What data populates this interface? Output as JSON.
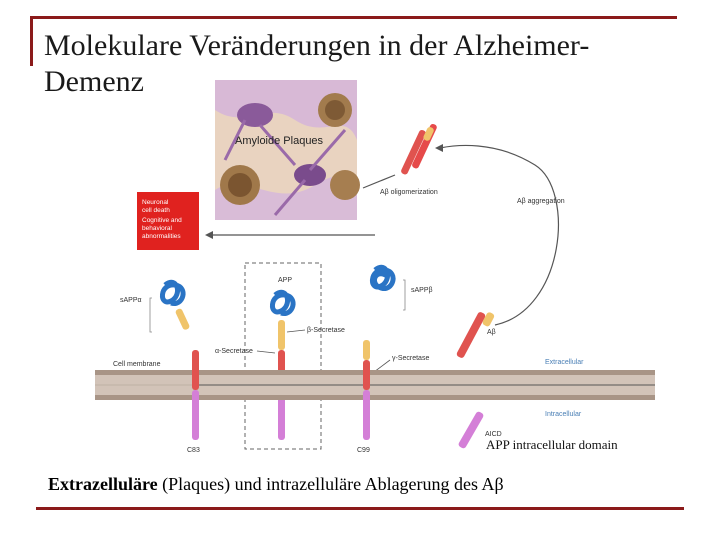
{
  "title": "Molekulare Veränderungen in der Alzheimer-Demenz",
  "caption": {
    "bold": "Extrazelluläre",
    "rest": " (Plaques) und intrazelluläre Ablagerung des Aβ"
  },
  "diagram": {
    "plaques_label": "Amyloide Plaques",
    "oligomerization": "Aβ oligomerization",
    "aggregation": "Aβ aggregation",
    "neuronal_box": [
      "Neuronal",
      "cell death",
      "Cognitive and",
      "behavioral",
      "abnormalities"
    ],
    "sappa": "sAPPα",
    "sappb": "sAPPβ",
    "app": "APP",
    "beta_secretase": "β-Secretase",
    "alpha_secretase": "α-Secretase",
    "gamma_secretase": "γ-Secretase",
    "abeta": "Aβ",
    "cell_membrane": "Cell membrane",
    "extracellular": "Extracellular",
    "intracellular": "Intracellular",
    "c83": "C83",
    "c99": "C99",
    "aicd": "AICD",
    "aicd_desc": "APP intracellular domain"
  }
}
